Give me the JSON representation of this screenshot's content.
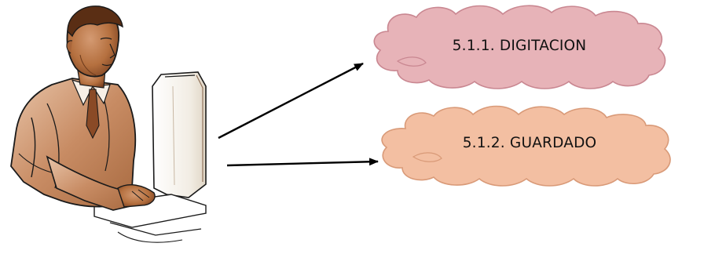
{
  "diagram": {
    "nodes": [
      {
        "id": "digitacion",
        "label": "5.1.1. DIGITACION",
        "fill": "#e7b3b8",
        "stroke": "#c98791"
      },
      {
        "id": "guardado",
        "label": "5.1.2. GUARDADO",
        "fill": "#f3bfa2",
        "stroke": "#d99a78"
      }
    ],
    "edges": [
      {
        "from": "user-at-computer",
        "to": "digitacion"
      },
      {
        "from": "user-at-computer",
        "to": "guardado"
      }
    ],
    "colors": {
      "skin": "#b5703f",
      "skin_dark": "#6b3a1c",
      "line": "#1a1a1a",
      "arrow": "#000000"
    }
  }
}
